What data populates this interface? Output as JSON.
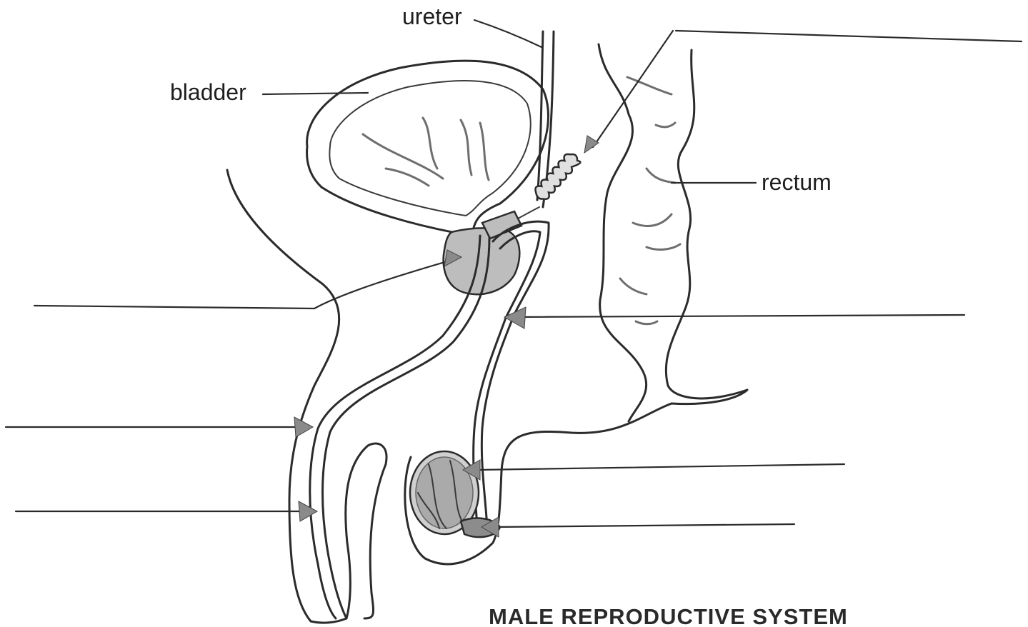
{
  "labels": {
    "ureter": "ureter",
    "bladder": "bladder",
    "rectum": "rectum"
  },
  "title": "MALE REPRODUCTIVE SYSTEM",
  "blank_answer_lines": 7,
  "colors": {
    "ink": "#2b2b2b",
    "gland_fill": "#bdbdbd",
    "arrow_fill": "#8a8a8a",
    "background": "#ffffff"
  }
}
